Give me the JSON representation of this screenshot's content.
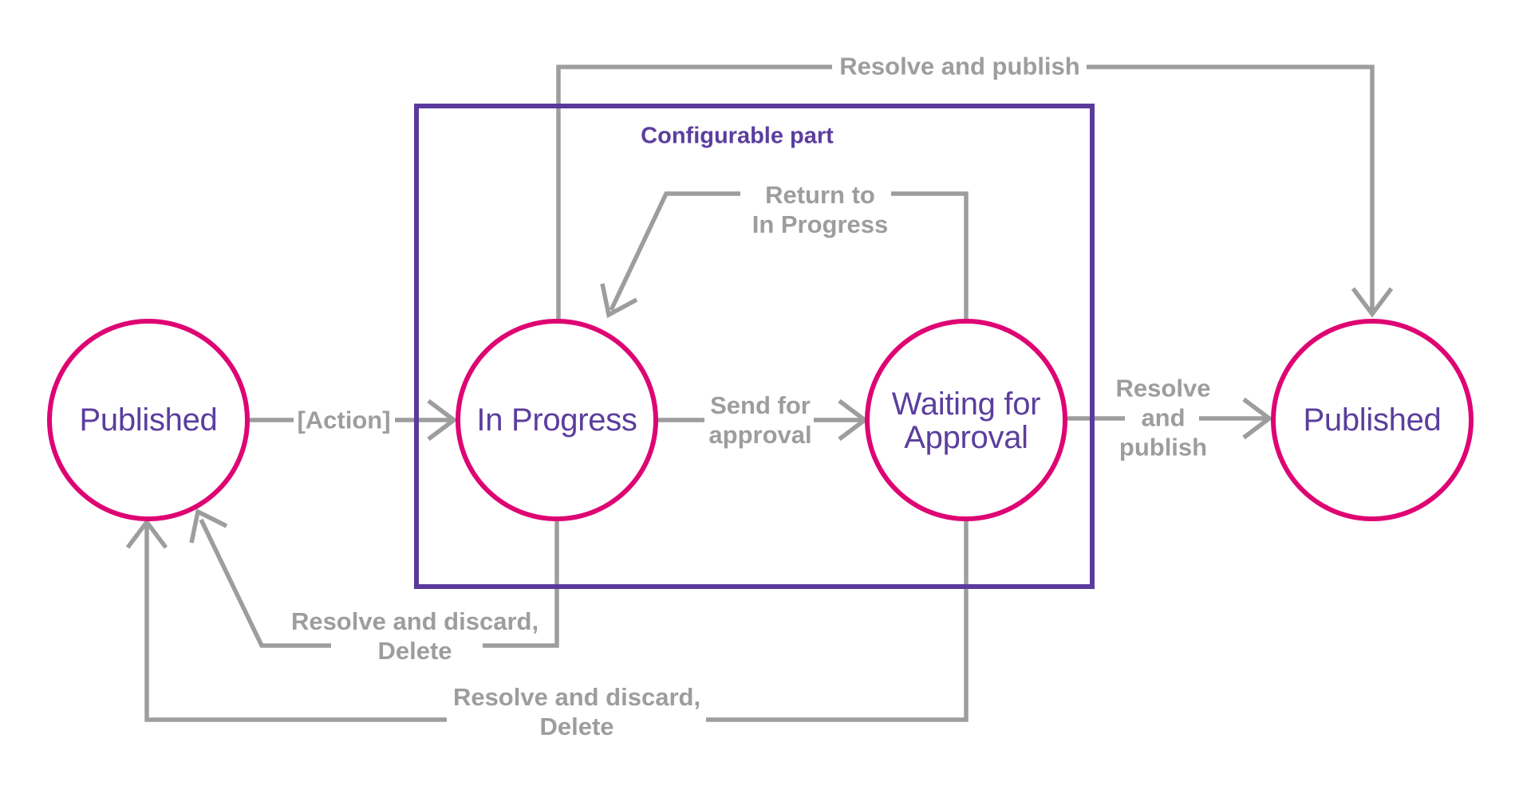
{
  "colors": {
    "pink": "#DE0473",
    "purple-text": "#5B3E9D",
    "purple-box": "#5A3A9B",
    "gray": "#9D9D9D"
  },
  "container_box": {
    "label": "Configurable part"
  },
  "states": {
    "published_left": {
      "label": "Published"
    },
    "in_progress": {
      "label": "In Progress"
    },
    "waiting": {
      "line1": "Waiting for",
      "line2": "Approval"
    },
    "published_right": {
      "label": "Published"
    }
  },
  "transitions": {
    "action": {
      "label": "[Action]"
    },
    "send_for_approval": {
      "line1": "Send for",
      "line2": "approval"
    },
    "resolve_and_publish_right": {
      "line1": "Resolve",
      "line2": "and",
      "line3": "publish"
    },
    "resolve_and_publish_top": {
      "label": "Resolve and publish"
    },
    "return_to_in_progress": {
      "line1": "Return to",
      "line2": "In Progress"
    },
    "resolve_discard_from_in_progress": {
      "line1": "Resolve and discard,",
      "line2": "Delete"
    },
    "resolve_discard_from_waiting": {
      "line1": "Resolve and discard,",
      "line2": "Delete"
    }
  }
}
